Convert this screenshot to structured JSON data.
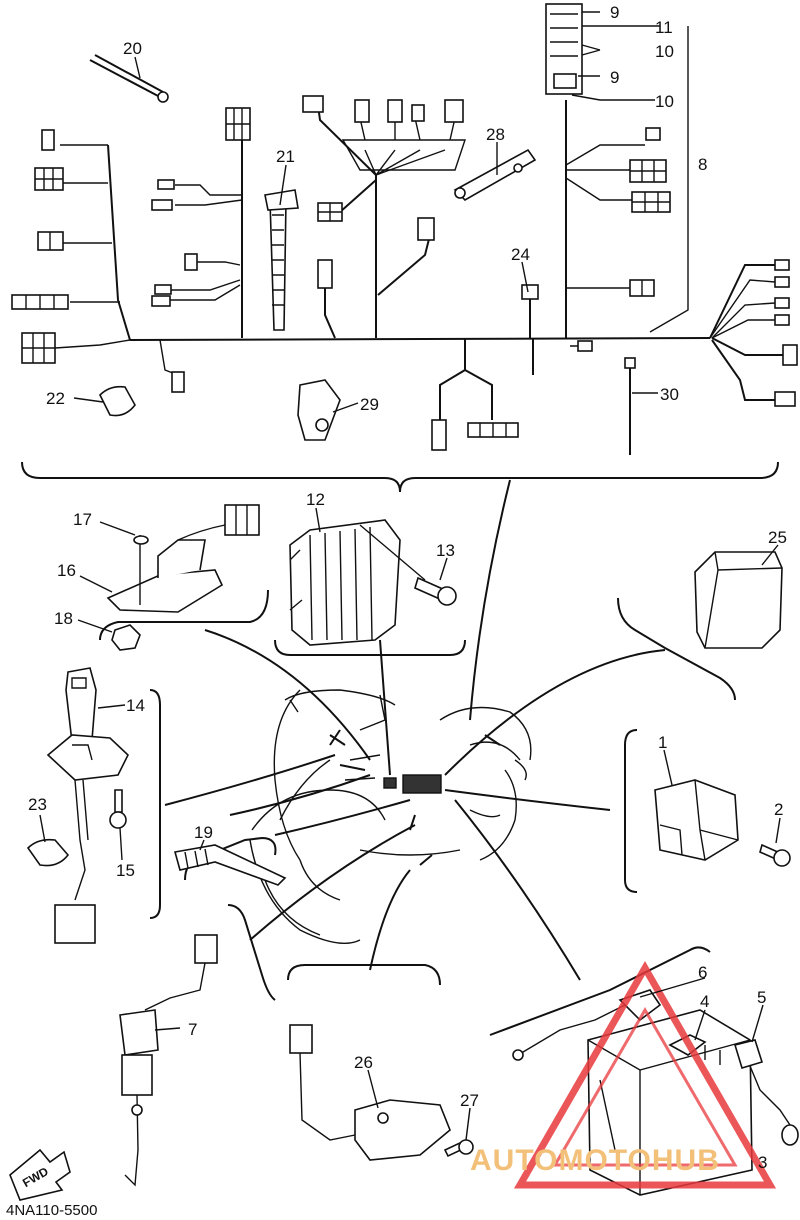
{
  "diagram": {
    "reference_code": "4NA110-5500",
    "fwd_arrow_text": "FWD",
    "callouts": [
      "20",
      "9",
      "11",
      "10",
      "9",
      "10",
      "21",
      "28",
      "8",
      "24",
      "22",
      "29",
      "30",
      "17",
      "12",
      "13",
      "25",
      "16",
      "18",
      "14",
      "1",
      "2",
      "23",
      "15",
      "19",
      "6",
      "4",
      "5",
      "7",
      "26",
      "27",
      "3"
    ],
    "watermark": {
      "text": "AUTOMOTOHUB",
      "color": "#f3c07a",
      "triangle_color": "#e8383c"
    }
  }
}
